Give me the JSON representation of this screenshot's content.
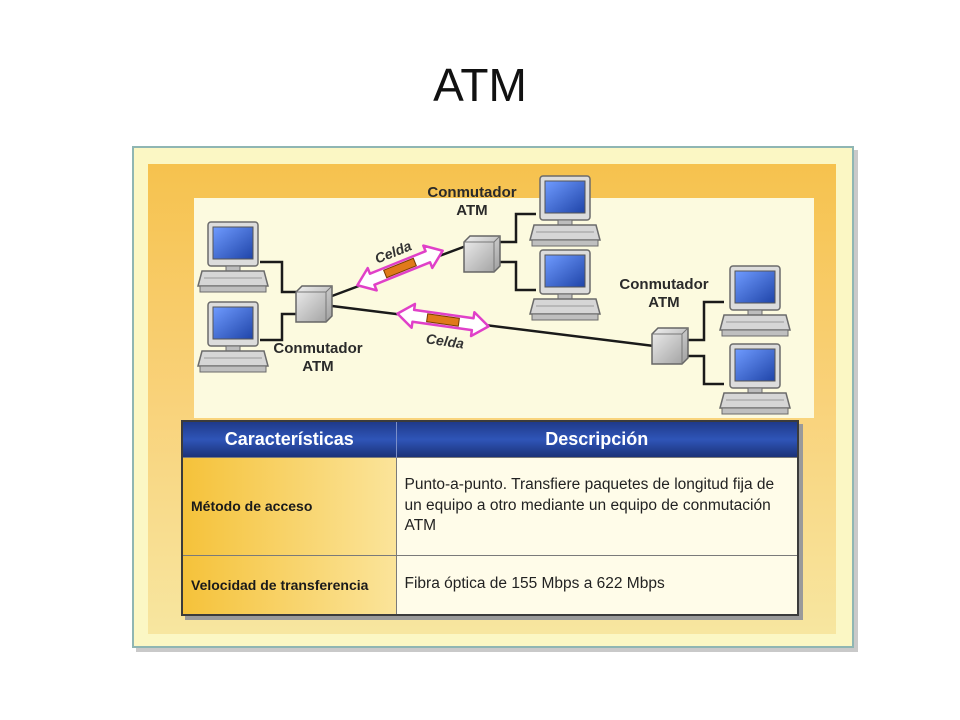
{
  "title": "ATM",
  "diagram": {
    "switch_labels": [
      {
        "line1": "Conmutador",
        "line2": "ATM"
      },
      {
        "line1": "Conmutador",
        "line2": "ATM"
      },
      {
        "line1": "Conmutador",
        "line2": "ATM"
      }
    ],
    "cell_labels": [
      "Celda",
      "Celda"
    ],
    "colors": {
      "arrow": "#e040c8",
      "arrow_fill": "#ffffff",
      "cell": "#e07a1a",
      "switch": "#c8c8c8",
      "monitor_screen": "#2b59c9",
      "computer_body": "#d9d9d9",
      "link": "#1a1a1a"
    },
    "icons": [
      "computer-icon",
      "atm-switch-icon",
      "double-arrow-icon",
      "cell-packet-icon"
    ]
  },
  "table": {
    "headers": [
      "Características",
      "Descripción"
    ],
    "rows": [
      {
        "key": "Método de acceso",
        "value": "Punto-a-punto. Transfiere paquetes de longitud fija de un equipo a otro mediante un equipo de conmutación ATM"
      },
      {
        "key": "Velocidad de transferencia",
        "value": "Fibra óptica de 155 Mbps a 622 Mbps"
      }
    ],
    "colors": {
      "header": "#2a4ca6",
      "key_cell": "#f5c23a",
      "value_cell": "#fffce9"
    }
  }
}
